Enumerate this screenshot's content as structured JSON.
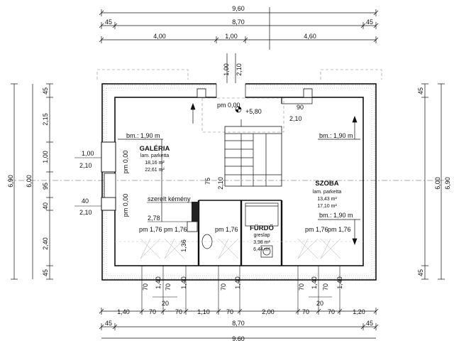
{
  "dims_top": {
    "overall": "9,60",
    "inner": "8,70",
    "side_left": "45",
    "side_right": "45",
    "seg1": "4,00",
    "seg2": "1,00",
    "seg3": "4,60",
    "opening_w": "1,00",
    "opening_h": "2,10"
  },
  "dims_bottom": {
    "s1": "1,40",
    "s2": "70",
    "s3": "70",
    "s4": "1,10",
    "s5": "70",
    "s6": "2,00",
    "s7": "70",
    "s8": "70",
    "s9": "1,20",
    "inner": "8,70",
    "side_left": "45",
    "side_right": "45",
    "overall": "9,60"
  },
  "dims_left": {
    "overall": "6,90",
    "inner": "6,00",
    "a": "45",
    "b": "2,15",
    "c": "1,00",
    "d": "95",
    "e": "40",
    "f": "2,40",
    "g": "45"
  },
  "dims_right": {
    "overall": "6,90",
    "inner": "6,00",
    "a": "45",
    "b": "45"
  },
  "labels": {
    "galeria": "GALÉRIA",
    "galeria_floor": "lam. parketta",
    "galeria_area1": "18,16 m²",
    "galeria_area2": "22,61 m²",
    "szoba": "SZOBA",
    "szoba_floor": "lam. parketta",
    "szoba_area1": "13,43 m²",
    "szoba_area2": "17,10 m²",
    "furdo": "FÜRDŐ",
    "furdo_floor": "greslap",
    "furdo_area1": "3,98 m²",
    "furdo_area2": "6,44 m²",
    "chimney": "szerelt kémény",
    "level": "+5,80",
    "pm000_top": "pm 0,00",
    "pm000_l1": "pm 0,00",
    "pm000_l2": "pm 0,00",
    "bm_left": "bm.: 1,90 m",
    "bm_right1": "bm.: 1,90 m",
    "bm_right2": "bm.: 1,90 m",
    "pm176_a": "pm 1,76",
    "pm176_b": "pm 1,76",
    "pm176_c": "pm 1,76",
    "pm176_d": "pm 1,76",
    "pm176_e": "pm 1,76",
    "win_l1_w": "1,00",
    "win_l1_h": "2,10",
    "win_l2_w": "40",
    "win_l2_h": "2,10",
    "w278": "2,78",
    "w136": "1,36",
    "w75": "75",
    "w210": "2,10",
    "d90": "90",
    "d210": "2,10",
    "b70a": "70",
    "b140a": "1,40",
    "b70b": "70",
    "b140b": "1,40",
    "b70c": "70",
    "b140c": "1,40",
    "b70d": "70",
    "b140d": "1,40",
    "b70e": "70",
    "b140e": "1,40",
    "v20a": "20",
    "v20b": "20"
  }
}
